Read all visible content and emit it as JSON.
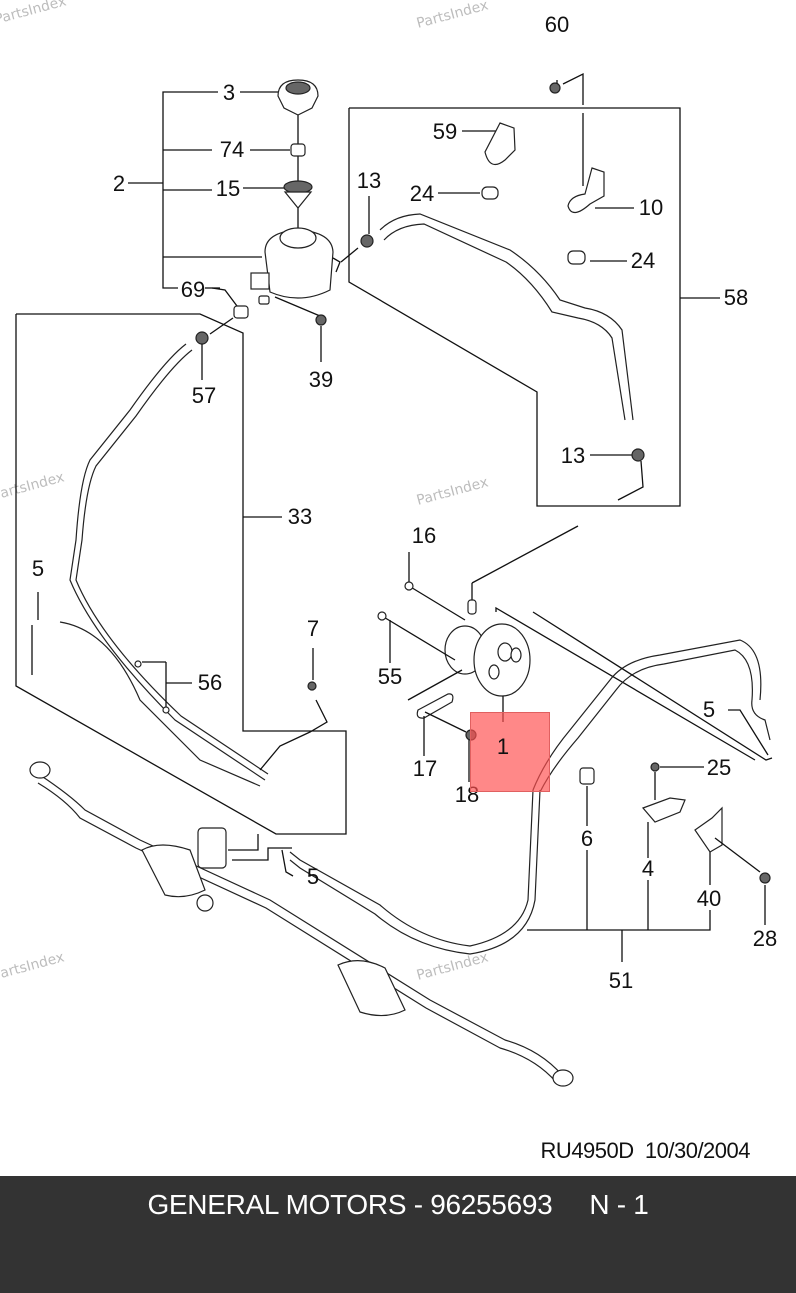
{
  "diagram": {
    "title": "Power steering system exploded diagram",
    "watermark": "PartsIndex",
    "highlighted_callout": "1",
    "highlight_color": "#ff5050",
    "callouts": {
      "c3": "3",
      "c74": "74",
      "c2": "2",
      "c15": "15",
      "c69": "69",
      "c39": "39",
      "c57": "57",
      "c13a": "13",
      "c13b": "13",
      "c59": "59",
      "c60": "60",
      "c24a": "24",
      "c24b": "24",
      "c10": "10",
      "c58": "58",
      "c33": "33",
      "c16": "16",
      "c55": "55",
      "c5a": "5",
      "c5b": "5",
      "c5c": "5",
      "c7": "7",
      "c56": "56",
      "c17": "17",
      "c18": "18",
      "c1": "1",
      "c25": "25",
      "c6": "6",
      "c4": "4",
      "c40": "40",
      "c28": "28",
      "c51": "51"
    }
  },
  "drawing_ref": {
    "code": "RU4950D",
    "date": "10/30/2004"
  },
  "footer": {
    "brand": "GENERAL MOTORS",
    "separator": "-",
    "part_number": "96255693",
    "position": "N - 1",
    "background": "#333333"
  }
}
